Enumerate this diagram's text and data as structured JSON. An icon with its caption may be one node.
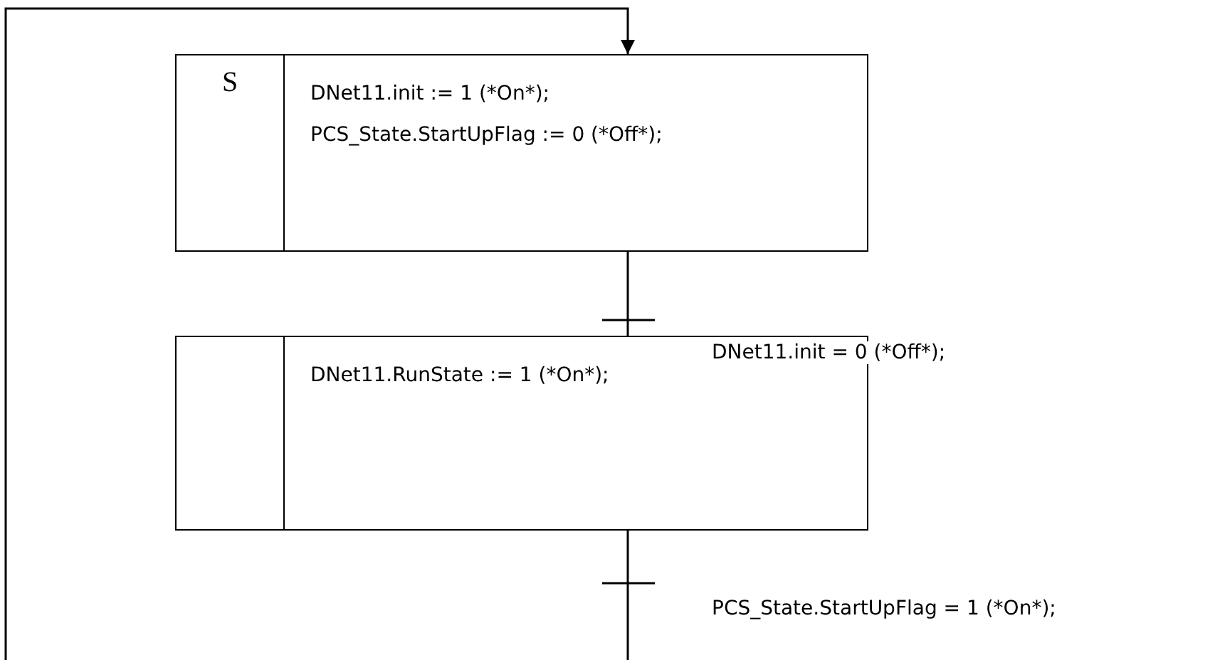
{
  "diagram": {
    "nodes": [
      {
        "text": [
          "S",
          "DNet11.init := 1 (*On*);",
          "PCS_State.StartUpFlag := 0 (*Off*);"
        ]
      },
      {
        "text": [
          "DNet11.RunState := 1 (*On*);"
        ]
      }
    ],
    "edges": [
      {
        "from": 0,
        "to": 1,
        "arrow": "none"
      },
      {
        "from": 1,
        "to": null,
        "arrow": "none"
      },
      {
        "from": null,
        "to": 0,
        "arrow": "to"
      }
    ],
    "labels": [
      "DNet11.init = 0 (*Off*);",
      "PCS_State.StartUpFlag = 1 (*On*);"
    ]
  }
}
